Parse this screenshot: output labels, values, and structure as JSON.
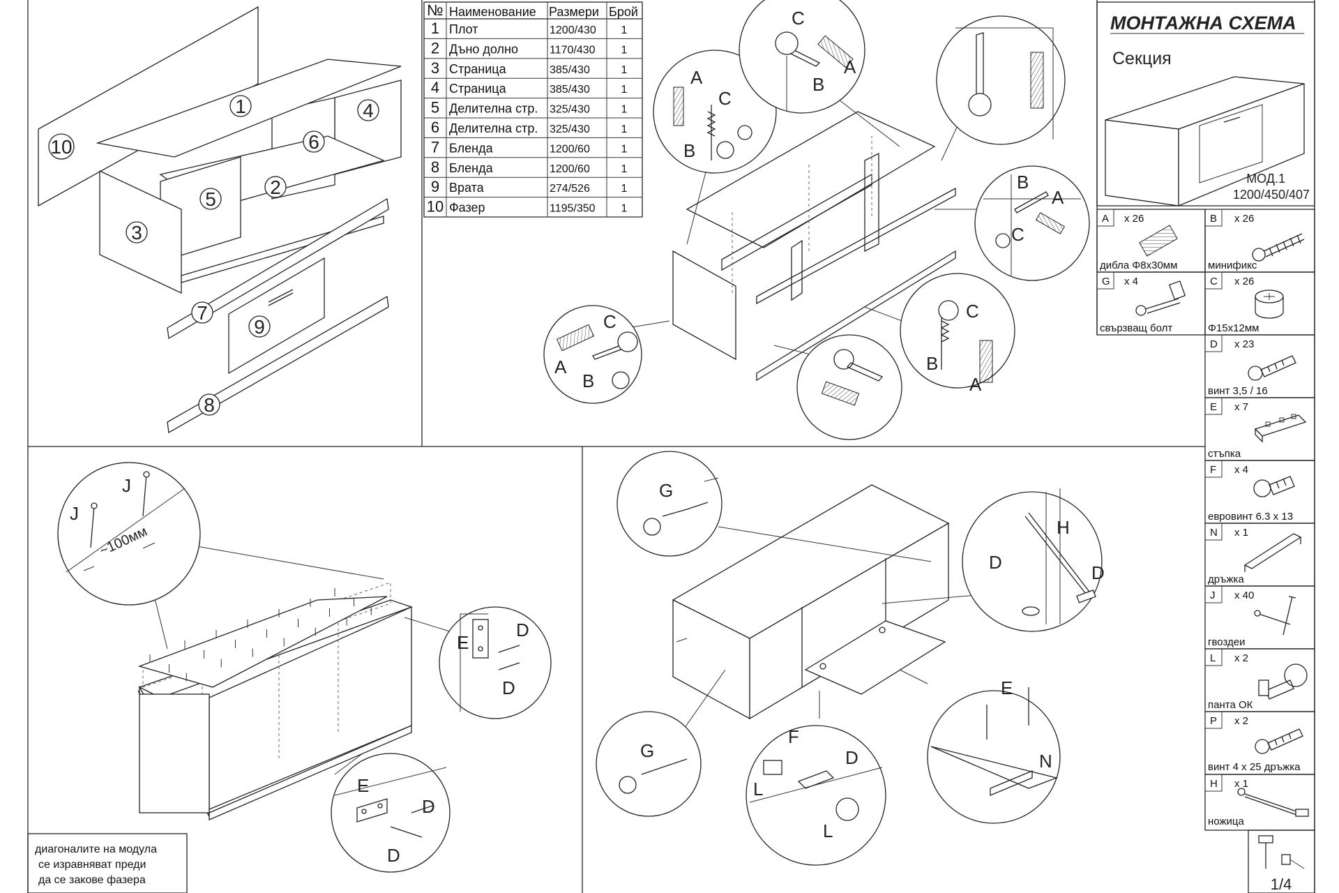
{
  "header": {
    "title": "МОНТАЖНА СХЕМА",
    "subtitle": "Секция",
    "model": "МОД.1",
    "dimensions": "1200/450/407",
    "page": "1/4"
  },
  "parts_table": {
    "headers": [
      "№",
      "Наименование",
      "Размери",
      "Брой"
    ],
    "rows": [
      {
        "n": "1",
        "name": "Плот",
        "size": "1200/430",
        "qty": "1"
      },
      {
        "n": "2",
        "name": "Дъно долно",
        "size": "1170/430",
        "qty": "1"
      },
      {
        "n": "3",
        "name": "Страница",
        "size": "385/430",
        "qty": "1"
      },
      {
        "n": "4",
        "name": "Страница",
        "size": "385/430",
        "qty": "1"
      },
      {
        "n": "5",
        "name": "Делителна стр.",
        "size": "325/430",
        "qty": "1"
      },
      {
        "n": "6",
        "name": "Делителна стр.",
        "size": "325/430",
        "qty": "1"
      },
      {
        "n": "7",
        "name": "Бленда",
        "size": "1200/60",
        "qty": "1"
      },
      {
        "n": "8",
        "name": "Бленда",
        "size": "1200/60",
        "qty": "1"
      },
      {
        "n": "9",
        "name": "Врата",
        "size": "274/526",
        "qty": "1"
      },
      {
        "n": "10",
        "name": "Фазер",
        "size": "1195/350",
        "qty": "1"
      }
    ]
  },
  "exploded_labels": [
    "1",
    "2",
    "3",
    "4",
    "5",
    "6",
    "7",
    "8",
    "9",
    "10"
  ],
  "hardware": [
    {
      "letter": "A",
      "qty": "x 26",
      "name": "дибла  Φ8x30мм",
      "icon": "dowel-icon"
    },
    {
      "letter": "B",
      "qty": "x 26",
      "name": "минификс",
      "icon": "minifix-screw-icon"
    },
    {
      "letter": "G",
      "qty": "x 4",
      "name": "свързващ болт",
      "icon": "connecting-bolt-icon"
    },
    {
      "letter": "C",
      "qty": "x 26",
      "name": "Φ15x12мм",
      "icon": "cam-lock-icon"
    },
    {
      "letter": "D",
      "qty": "x 23",
      "name": "винт 3,5 / 16",
      "icon": "screw-icon"
    },
    {
      "letter": "E",
      "qty": "x 7",
      "name": "стъпка",
      "icon": "shelf-support-icon"
    },
    {
      "letter": "F",
      "qty": "x 4",
      "name": "евровинт 6.3 x 13",
      "icon": "euroscrew-icon"
    },
    {
      "letter": "N",
      "qty": "x 1",
      "name": "дръжка",
      "icon": "handle-icon"
    },
    {
      "letter": "J",
      "qty": "x 40",
      "name": "гвоздеи",
      "icon": "nail-icon"
    },
    {
      "letter": "L",
      "qty": "x 2",
      "name": "панта ОК",
      "icon": "hinge-icon"
    },
    {
      "letter": "P",
      "qty": "x 2",
      "name": "винт  4 x 25 дръжка",
      "icon": "handle-screw-icon"
    },
    {
      "letter": "H",
      "qty": "x 1",
      "name": "ножица",
      "icon": "lid-stay-icon"
    }
  ],
  "detail_labels": {
    "step1": [
      "A",
      "B",
      "C"
    ],
    "step3_nail_spacing": "~100мм",
    "step3_nails": [
      "J",
      "J"
    ],
    "step3_e": [
      "E",
      "D",
      "D"
    ],
    "step4": [
      "G",
      "H",
      "D",
      "D",
      "E",
      "N",
      "F",
      "L",
      "L",
      "D"
    ]
  },
  "note": {
    "line1": "диагоналите на модула",
    "line2": "се изравняват преди",
    "line3": "да се закове фазера"
  }
}
